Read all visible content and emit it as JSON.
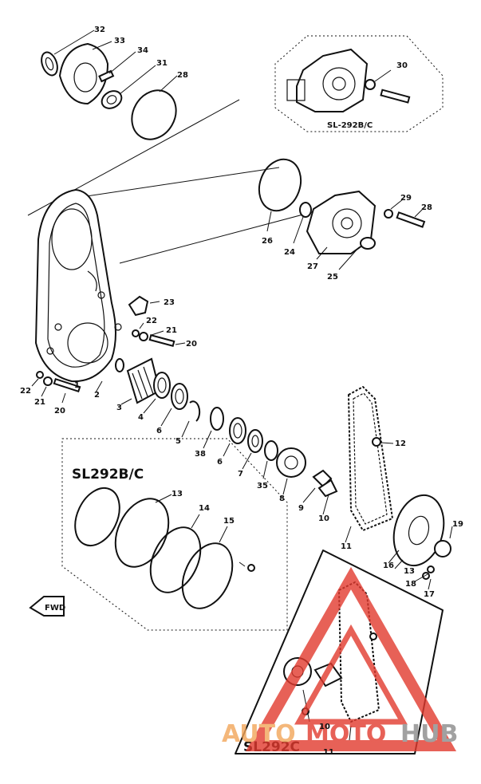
{
  "part_numbers": {
    "p1": "1",
    "p2": "2",
    "p3": "3",
    "p4": "4",
    "p5": "5",
    "p6": "6",
    "p6b": "6",
    "p7": "7",
    "p8": "8",
    "p9": "9",
    "p10": "10",
    "p10b": "10",
    "p11": "11",
    "p11b": "11",
    "p12": "12",
    "p13": "13",
    "p13b": "13",
    "p14": "14",
    "p15": "15",
    "p16": "16",
    "p17": "17",
    "p18": "18",
    "p19": "19",
    "p20": "20",
    "p20b": "20",
    "p21": "21",
    "p21b": "21",
    "p22": "22",
    "p22b": "22",
    "p23": "23",
    "p24": "24",
    "p25": "25",
    "p26": "26",
    "p27": "27",
    "p28": "28",
    "p28b": "28",
    "p29": "29",
    "p30": "30",
    "p31": "31",
    "p32": "32",
    "p33": "33",
    "p34": "34",
    "p35": "35",
    "p38": "38"
  },
  "variant_labels": {
    "top_inset": "SL-292B/C",
    "dashed_box": "SL292B/C",
    "bottom_box": "SL292C"
  },
  "direction_marker": "FWD",
  "watermark": {
    "part1": "AUTO",
    "part2": "MOTO",
    "part3": "HUB"
  },
  "colors": {
    "ink": "#111111",
    "watermark_orange": "#f2a65a",
    "watermark_red": "#e23a2e",
    "watermark_grey": "#8a8a8a"
  }
}
